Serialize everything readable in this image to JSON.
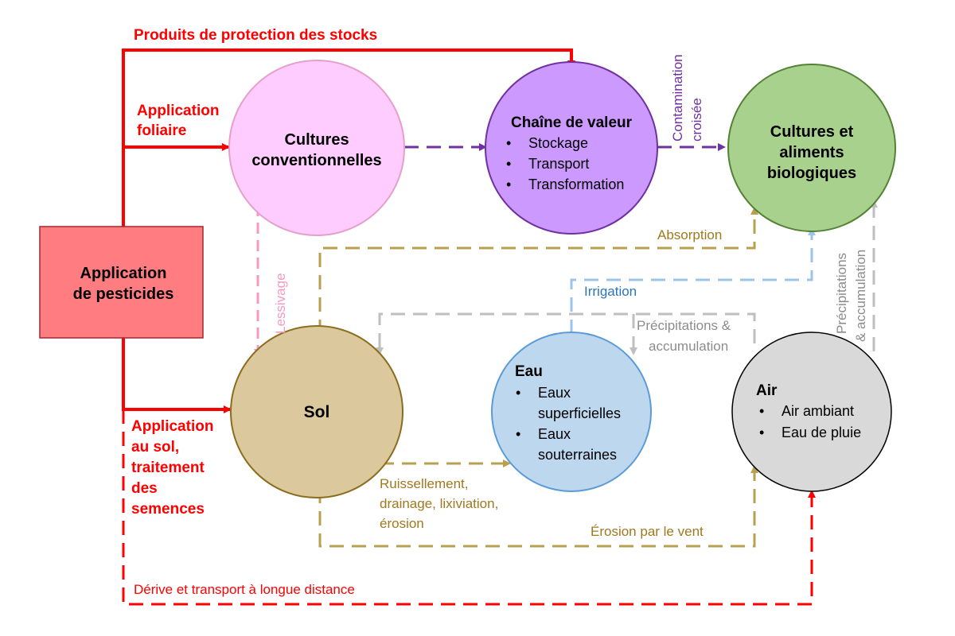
{
  "nodes": {
    "pesticides": {
      "line1": "Application",
      "line2": "de pesticides"
    },
    "conventional": {
      "line1": "Cultures",
      "line2": "conventionnelles"
    },
    "value_chain": {
      "title": "Chaîne de valeur",
      "items": [
        "Stockage",
        "Transport",
        "Transformation"
      ]
    },
    "organic": {
      "line1": "Cultures et",
      "line2": "aliments",
      "line3": "biologiques"
    },
    "soil": {
      "title": "Sol"
    },
    "water": {
      "title": "Eau",
      "items": [
        [
          "Eaux",
          "superficielles"
        ],
        [
          "Eaux",
          "souterraines"
        ]
      ]
    },
    "air": {
      "title": "Air",
      "items": [
        "Air ambiant",
        "Eau de pluie"
      ]
    }
  },
  "bullet": "•",
  "flows": {
    "stock_protection": "Produits de protection des stocks",
    "foliar": [
      "Application",
      "foliaire"
    ],
    "soil_application": [
      "Application",
      "au sol,",
      "traitement",
      "des",
      "semences"
    ],
    "cross_contamination": [
      "Contamination",
      "croisée"
    ],
    "leaching": "Lessivage",
    "absorption": "Absorption",
    "irrigation": "Irrigation",
    "precip_center": [
      "Précipitations &",
      "accumulation"
    ],
    "precip_right": [
      "Précipitations",
      "& accumulation"
    ],
    "runoff": [
      "Ruissellement,",
      "drainage, lixiviation,",
      "érosion"
    ],
    "wind_erosion": "Érosion par le vent",
    "drift": "Dérive et transport à longue distance"
  },
  "colors": {
    "red": "#ff0000",
    "purple": "#7030a0",
    "pink": "#f49ac2",
    "olive": "#b8a050",
    "olive_text": "#a0781e",
    "blue": "#9dc3e6",
    "blue_text": "#2e75b6",
    "gray": "#bfbfbf",
    "gray_text": "#8c8c8c"
  }
}
